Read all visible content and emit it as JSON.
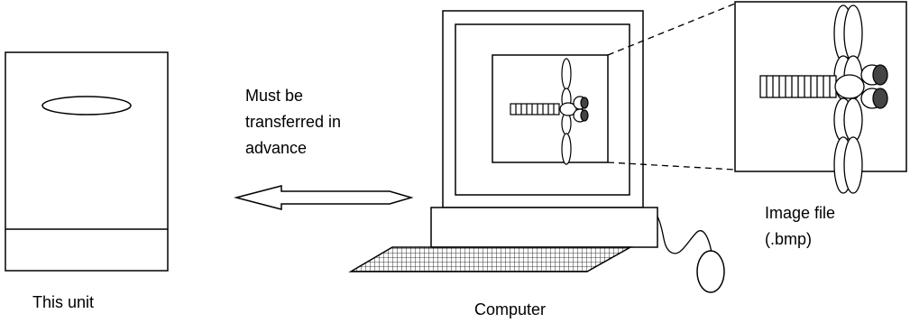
{
  "labels": {
    "this_unit": "This unit",
    "computer": "Computer",
    "image_file_line1": "Image file",
    "image_file_line2": "(.bmp)",
    "transfer_line1": "Must be",
    "transfer_line2": "transferred in",
    "transfer_line3": "advance"
  },
  "colors": {
    "line": "#000000",
    "background": "#ffffff",
    "dark_fill": "#444444"
  },
  "icons": {
    "unit": "device-unit-icon",
    "computer": "computer-monitor-icon",
    "keyboard": "keyboard-icon",
    "mouse": "mouse-icon",
    "image": "dragonfly-image-icon",
    "arrow": "transfer-arrow-icon"
  }
}
